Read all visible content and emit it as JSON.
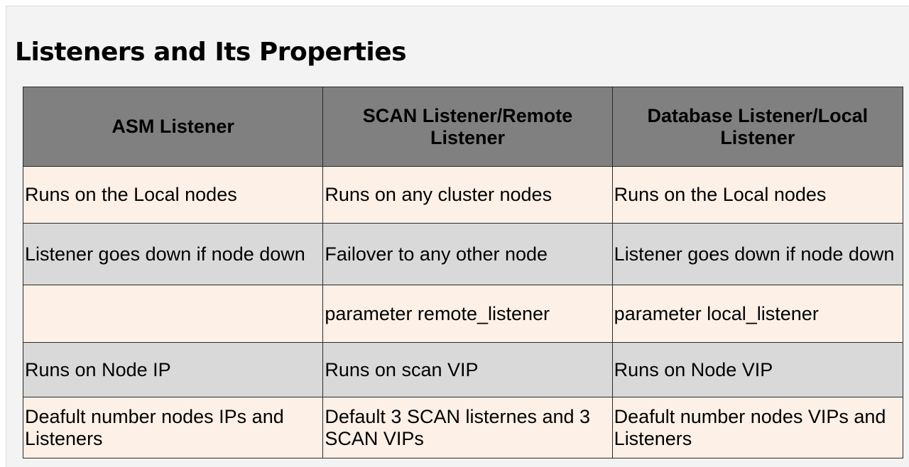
{
  "slide": {
    "title": "Listeners and Its Properties"
  },
  "table": {
    "headers": [
      "ASM Listener",
      "SCAN Listener/Remote Listener",
      "Database Listener/Local Listener"
    ],
    "rows": [
      [
        "Runs on the Local nodes",
        "Runs on any cluster nodes",
        "Runs on the Local nodes"
      ],
      [
        "Listener goes down if node down",
        "Failover to any other node",
        "Listener goes down if node down"
      ],
      [
        "",
        "parameter remote_listener",
        "parameter local_listener"
      ],
      [
        "Runs on Node IP",
        "Runs on scan VIP",
        "Runs on Node VIP"
      ],
      [
        "Deafult number nodes IPs and Listeners",
        "Default 3 SCAN listernes and 3 SCAN VIPs",
        "Deafult number nodes VIPs and Listeners"
      ]
    ]
  },
  "colors": {
    "slide_bg": "#f3f3f3",
    "header_bg": "#808080",
    "row_light": "#fdf0e7",
    "row_gray": "#d9d9d9",
    "border": "#2a2a2a"
  }
}
